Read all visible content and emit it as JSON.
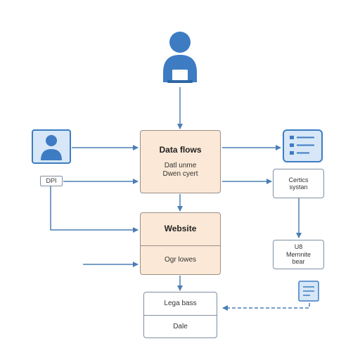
{
  "data_flows": {
    "title": "Data flows",
    "sub_line1": "Datl unme",
    "sub_line2": "Dwen cyert"
  },
  "website": {
    "title": "Website",
    "sub": "Ogr lowes"
  },
  "bottom_box": {
    "top": "Lega bass",
    "bottom": "Dale"
  },
  "dpi_label": "DPI",
  "right_box1": {
    "line1": "Certics",
    "line2": "systan"
  },
  "right_box2": {
    "line1": "U8",
    "line2": "Mernnite",
    "line3": "bear"
  },
  "colors": {
    "accent_blue": "#3d7cc3",
    "arrow": "#4a7fb5",
    "peach": "#fbe8d6"
  },
  "icons": [
    "user-laptop-icon",
    "user-profile-card-icon",
    "tablet-checklist-icon",
    "document-pencil-icon"
  ]
}
